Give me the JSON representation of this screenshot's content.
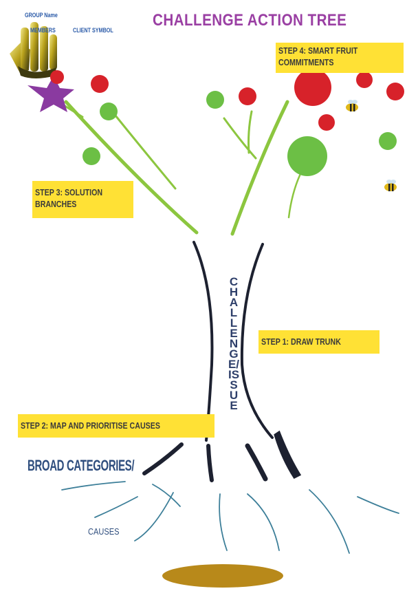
{
  "title": "CHALLENGE ACTION TREE",
  "corner": {
    "group_name": "GROUP Name",
    "members": "MEMBERS",
    "client_symbol": "CLIENT SYMBOL"
  },
  "steps": {
    "step1": "STEP 1: DRAW TRUNK",
    "step2": "STEP 2: MAP AND PRIORITISE CAUSES",
    "step3_line1": "STEP 3: SOLUTION",
    "step3_line2": "BRANCHES",
    "step4_line1": "STEP 4: SMART FRUIT",
    "step4_line2": "COMMITMENTS"
  },
  "trunk_label": "CHALLENGE/ISSUE",
  "roots": {
    "broad_categories": "BROAD CATEGORIES/",
    "causes": "CAUSES"
  },
  "colors": {
    "title": "#9a3fa3",
    "label_fill": "#ffe135",
    "branch": "#8cc63f",
    "fruit_green": "#6cbf45",
    "fruit_red": "#d7222a",
    "trunk": "#1d2130",
    "root_lines": "#3d7f99",
    "ground": "#b8891a",
    "flower": "#8a3aa0"
  },
  "icons": [
    "hand-symbol-icon",
    "flower-icon",
    "bee-icon"
  ]
}
